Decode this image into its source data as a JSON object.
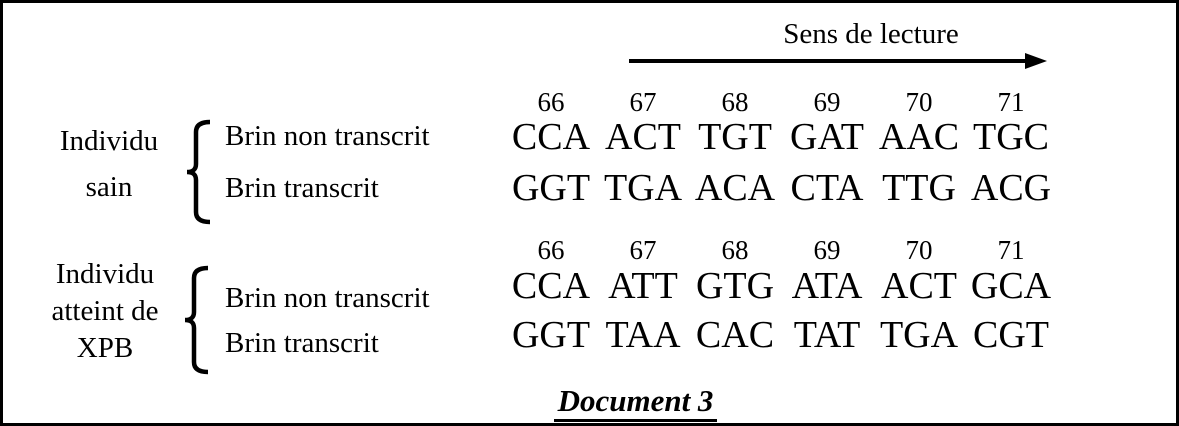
{
  "colors": {
    "background": "#ffffff",
    "border": "#000000",
    "text": "#000000"
  },
  "header": {
    "reading_direction_label": "Sens de lecture"
  },
  "icons": {
    "arrow_right": "arrow pointing right under reading direction label",
    "brace": "left curly brace grouping the two strand rows"
  },
  "groups": [
    {
      "individual_lines": [
        "Individu",
        "sain"
      ],
      "strand_labels": [
        "Brin non transcrit",
        "Brin transcrit"
      ],
      "positions": [
        "66",
        "67",
        "68",
        "69",
        "70",
        "71"
      ],
      "non_transcribed_codons": [
        "CCA",
        "ACT",
        "TGT",
        "GAT",
        "AAC",
        "TGC"
      ],
      "transcribed_codons": [
        "GGT",
        "TGA",
        "ACA",
        "CTA",
        "TTG",
        "ACG"
      ]
    },
    {
      "individual_lines": [
        "Individu",
        "atteint de",
        "XPB"
      ],
      "strand_labels": [
        "Brin non transcrit",
        "Brin transcrit"
      ],
      "positions": [
        "66",
        "67",
        "68",
        "69",
        "70",
        "71"
      ],
      "non_transcribed_codons": [
        "CCA",
        "ATT",
        "GTG",
        "ATA",
        "ACT",
        "GCA"
      ],
      "transcribed_codons": [
        "GGT",
        "TAA",
        "CAC",
        "TAT",
        "TGA",
        "CGT"
      ]
    }
  ],
  "caption": "Document 3"
}
